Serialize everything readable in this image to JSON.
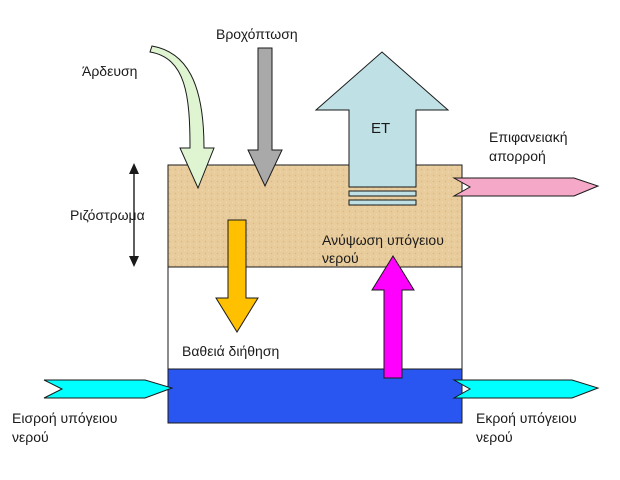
{
  "labels": {
    "irrigation": "Άρδευση",
    "precipitation": "Βροχόπτωση",
    "et": "ET",
    "surface_runoff_1": "Επιφανειακή",
    "surface_runoff_2": "απορροή",
    "root_zone": "Ριζόστρωμα",
    "capillary_rise_1": "Ανύψωση υπόγειου",
    "capillary_rise_2": "νερού",
    "deep_percolation": "Βαθειά διήθηση",
    "gw_inflow_1": "Εισροή υπόγειου",
    "gw_inflow_2": "νερού",
    "gw_outflow_1": "Εκροή υπόγειου",
    "gw_outflow_2": "νερού"
  },
  "colors": {
    "root_zone_fill": "#e9cc9c",
    "groundwater_fill": "#2956f0",
    "irrigation_arrow": "#dff5d2",
    "precipitation_arrow": "#a9a9a9",
    "et_arrow": "#bfe0e4",
    "runoff_arrow": "#f5a8c8",
    "percolation_arrow": "#ffc000",
    "capillary_arrow": "#ff00ff",
    "groundwater_flow_arrow": "#00ffff",
    "outline": "#1a1a1a"
  }
}
